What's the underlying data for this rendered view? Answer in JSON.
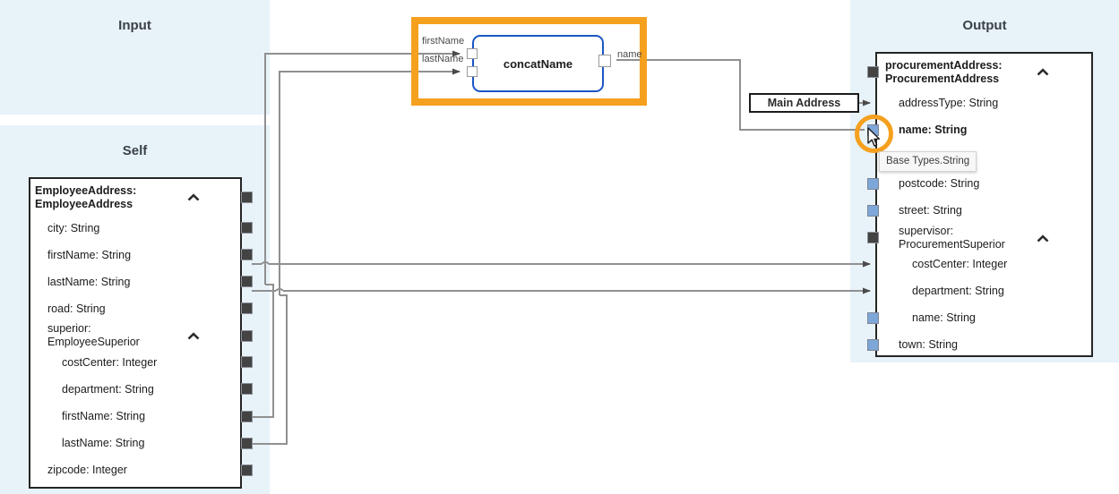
{
  "colors": {
    "panel_bg": "#e8f2f9",
    "canvas_bg": "#ffffff",
    "wire": "#909090",
    "highlight_orange": "#f5a01e",
    "node_border_blue": "#1a56c4",
    "port_dark": "#434343",
    "port_blue": "#7da7d9",
    "text": "#1c1c1c"
  },
  "panels": {
    "input": {
      "title": "Input"
    },
    "self": {
      "title": "Self"
    },
    "output": {
      "title": "Output"
    }
  },
  "self_tree": {
    "root": {
      "label": "EmployeeAddress:\nEmployeeAddress",
      "collapse_icon": "chevron-up-icon",
      "port": "dark"
    },
    "children": [
      {
        "label": "city: String",
        "port": "dark",
        "indent": 1
      },
      {
        "label": "firstName: String",
        "port": "dark",
        "indent": 1
      },
      {
        "label": "lastName: String",
        "port": "dark",
        "indent": 1
      },
      {
        "label": "road: String",
        "port": "dark",
        "indent": 1
      },
      {
        "label": "superior:\nEmployeeSuperior",
        "port": "dark",
        "indent": 1,
        "collapse_icon": "chevron-up-icon"
      },
      {
        "label": "costCenter: Integer",
        "port": "dark",
        "indent": 2
      },
      {
        "label": "department: String",
        "port": "dark",
        "indent": 2
      },
      {
        "label": "firstName: String",
        "port": "dark",
        "indent": 2
      },
      {
        "label": "lastName: String",
        "port": "dark",
        "indent": 2
      },
      {
        "label": "zipcode: Integer",
        "port": "dark",
        "indent": 1
      }
    ]
  },
  "output_tree": {
    "root": {
      "label": "procurementAddress:\nProcurementAddress",
      "collapse_icon": "chevron-up-icon",
      "port": "dark"
    },
    "children": [
      {
        "label": "addressType: String",
        "port": "arrow",
        "indent": 1
      },
      {
        "label": "name: String",
        "port": "blue",
        "indent": 1,
        "bold": true,
        "highlighted": true
      },
      {
        "label": "postcode: String",
        "port": "blue",
        "indent": 1
      },
      {
        "label": "street: String",
        "port": "blue",
        "indent": 1
      },
      {
        "label": "supervisor:\nProcurementSuperior",
        "port": "dark",
        "indent": 1,
        "collapse_icon": "chevron-up-icon"
      },
      {
        "label": "costCenter: Integer",
        "port": "arrow",
        "indent": 2
      },
      {
        "label": "department: String",
        "port": "arrow",
        "indent": 2
      },
      {
        "label": "name: String",
        "port": "blue",
        "indent": 2
      },
      {
        "label": "town: String",
        "port": "blue",
        "indent": 1
      }
    ]
  },
  "function_node": {
    "name": "concatName",
    "inputs": [
      "firstName",
      "lastName"
    ],
    "outputs": [
      "name"
    ],
    "selected": true
  },
  "constant_node": {
    "value": "Main Address"
  },
  "tooltip": {
    "text": "Base Types.String"
  },
  "cursor": {
    "icon": "mouse-pointer-icon"
  }
}
